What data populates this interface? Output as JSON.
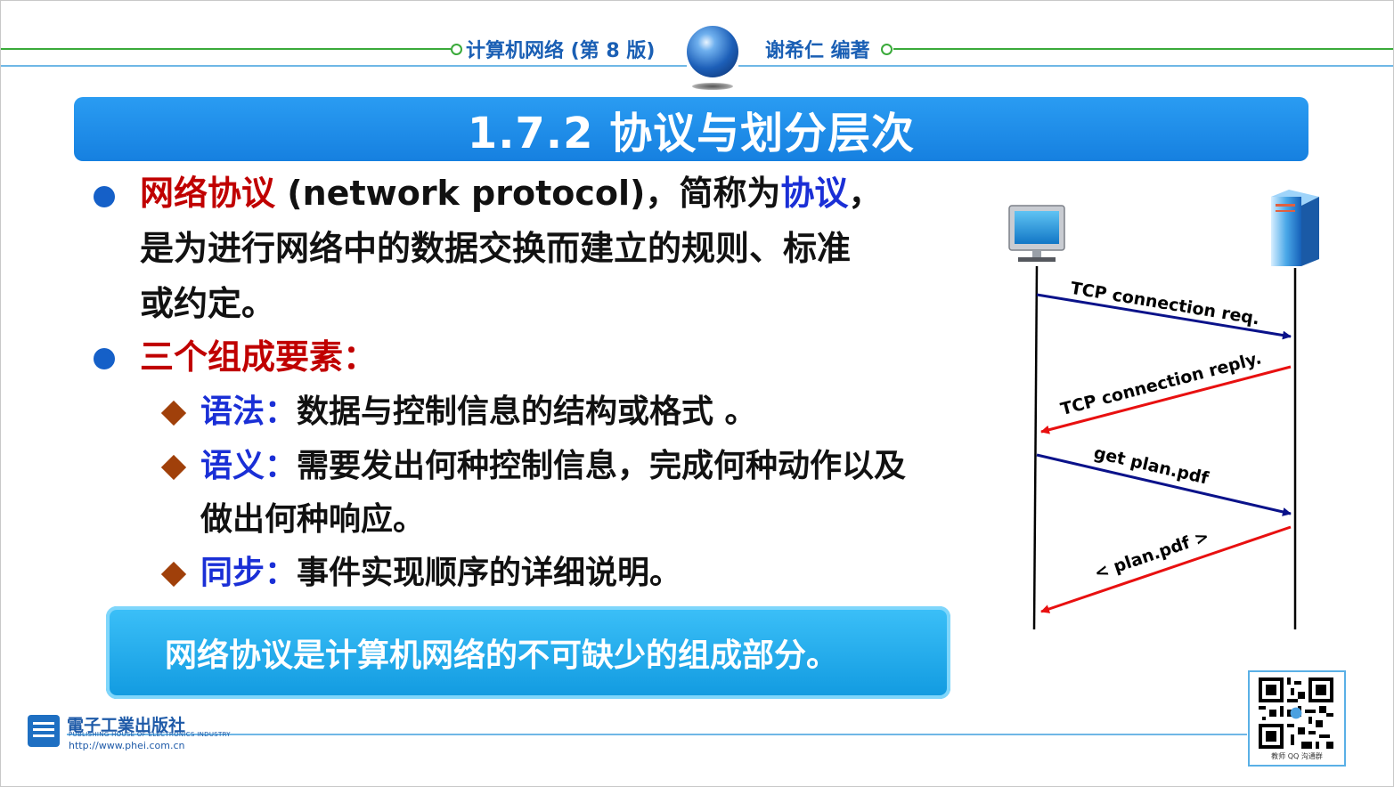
{
  "header": {
    "book_title": "计算机网络 (第 8 版)",
    "author": "谢希仁 编著"
  },
  "title": "1.7.2  协议与划分层次",
  "bullets": {
    "b1_term": "网络协议",
    "b1_mid": " (network protocol)，简称为",
    "b1_term2": "协议",
    "b1_end": "，",
    "b1_line2": "是为进行网络中的数据交换而建立的规则、标准",
    "b1_line3": "或约定。",
    "b2": "三个组成要素："
  },
  "elements": [
    {
      "term": "语法：",
      "desc": "数据与控制信息的结构或格式 。"
    },
    {
      "term": "语义：",
      "desc": "需要发出何种控制信息，完成何种动作以及",
      "desc2": "做出何种响应。"
    },
    {
      "term": "同步：",
      "desc": "事件实现顺序的详细说明。"
    }
  ],
  "callout": "网络协议是计算机网络的不可缺少的组成部分。",
  "diagram": {
    "client_icon": "computer-monitor-icon",
    "server_icon": "server-tower-icon",
    "messages": [
      {
        "label": "TCP connection req.",
        "direction": "client-to-server",
        "color": "#0a128a"
      },
      {
        "label": "TCP connection reply.",
        "direction": "server-to-client",
        "color": "#e81010"
      },
      {
        "label": "get plan.pdf",
        "direction": "client-to-server",
        "color": "#0a128a"
      },
      {
        "label": "< plan.pdf >",
        "direction": "server-to-client",
        "color": "#e81010"
      }
    ]
  },
  "footer": {
    "publisher": "電子工業出版社",
    "publisher_en": "PUBLISHING HOUSE OF ELECTRONICS INDUSTRY",
    "url": "http://www.phei.com.cn",
    "qr_caption": "教师 QQ 沟通群"
  },
  "colors": {
    "title_bg": "#1a86e6",
    "accent_red": "#c00000",
    "accent_blue": "#1a2fd6",
    "header_green": "#3aaa3a",
    "bullet_blue": "#1560c8",
    "diamond_brown": "#a0400a"
  }
}
